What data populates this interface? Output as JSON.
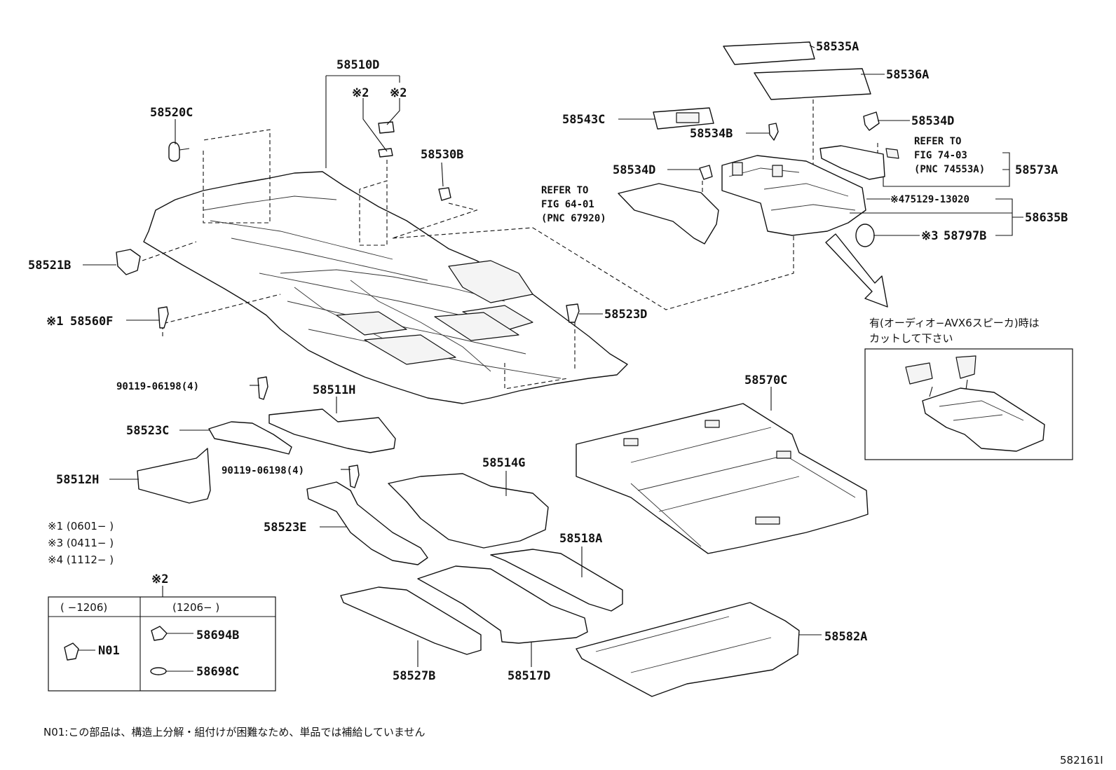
{
  "labels": {
    "l_58535A": "58535A",
    "l_58536A": "58536A",
    "l_58510D": "58510D",
    "l_58520C": "58520C",
    "l_58543C": "58543C",
    "l_58534B": "58534B",
    "l_58534D_top": "58534D",
    "l_58530B": "58530B",
    "l_58534D_mid": "58534D",
    "l_58573A": "58573A",
    "l_58635B": "58635B",
    "l_58797B": "58797B",
    "l_58521B": "58521B",
    "l_58560F": "58560F",
    "l_58523D": "58523D",
    "l_90119_a": "90119-06198(4)",
    "l_58511H": "58511H",
    "l_58570C": "58570C",
    "l_58523C": "58523C",
    "l_90119_b": "90119-06198(4)",
    "l_58514G": "58514G",
    "l_58512H": "58512H",
    "l_58523E": "58523E",
    "l_58518A": "58518A",
    "l_58694B": "58694B",
    "l_58582A": "58582A",
    "l_N01": "N01",
    "l_58698C": "58698C",
    "l_58527B": "58527B",
    "l_58517D": "58517D",
    "l_475129": "475129-13020"
  },
  "marks": {
    "mark_2a": "※2",
    "mark_2b": "※2",
    "mark_1": "※1",
    "mark_3": "※3",
    "mark_4": "※4",
    "mark_2_table": "※2"
  },
  "refs": {
    "ref1_line1": "REFER TO",
    "ref1_line2": "FIG 64-01",
    "ref1_line3": "(PNC 67920)",
    "ref2_line1": "REFER TO",
    "ref2_line2": "FIG 74-03",
    "ref2_line3": "(PNC 74553A)"
  },
  "inset_caption": {
    "line1": "有(オーディオ−AVX6スピーカ)時は",
    "line2": "カットして下さい"
  },
  "legend": {
    "row1": "※1 (0601−      )",
    "row2": "※3 (0411−      )",
    "row3": "※4 (1112−      )"
  },
  "table": {
    "col1_header": "(      −1206)",
    "col2_header": "(1206−      )"
  },
  "footer": {
    "note": "N01:この部品は、構造上分解・組付けが困難なため、単品では補給していません",
    "diagram_id": "582161I"
  }
}
